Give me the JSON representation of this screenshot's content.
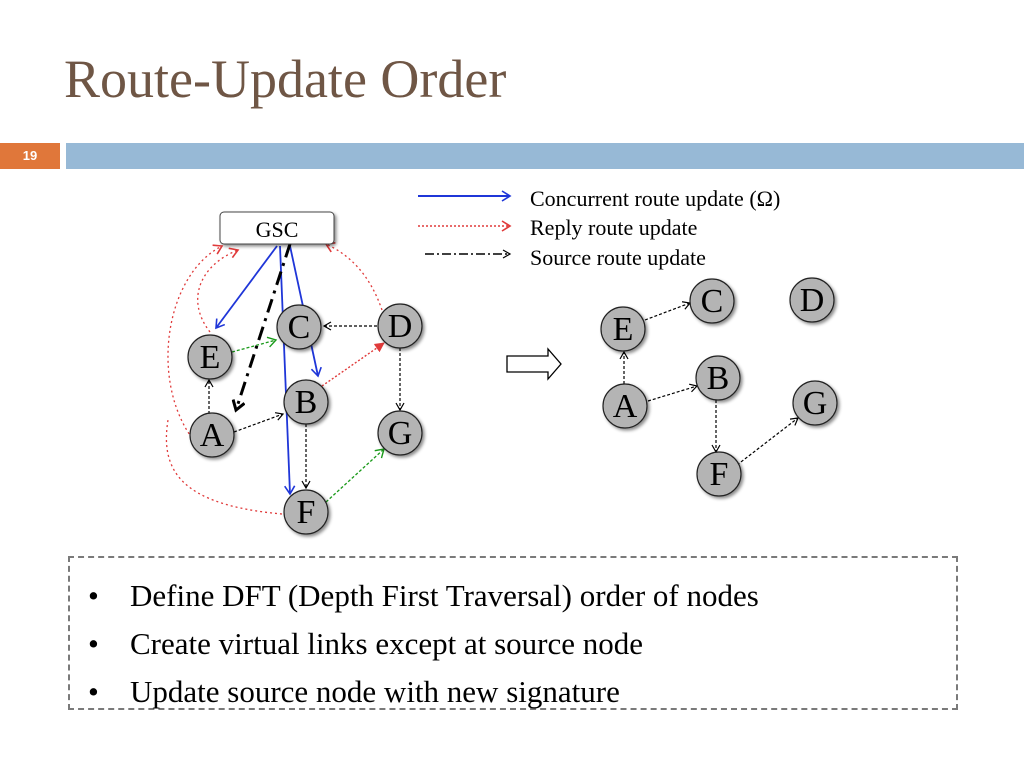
{
  "slide": {
    "title": "Route-Update Order",
    "number": "19"
  },
  "legend": {
    "concurrent": "Concurrent route update (Ω)",
    "reply": "Reply route update",
    "source": "Source route update"
  },
  "left_graph": {
    "gsc": "GSC",
    "nodes": {
      "A": "A",
      "B": "B",
      "C": "C",
      "D": "D",
      "E": "E",
      "F": "F",
      "G": "G"
    }
  },
  "right_graph": {
    "nodes": {
      "A": "A",
      "B": "B",
      "C": "C",
      "D": "D",
      "E": "E",
      "F": "F",
      "G": "G"
    }
  },
  "bullets": [
    "Define DFT (Depth First Traversal) order of nodes",
    "Create virtual links except at source node",
    "Update source node with new signature"
  ],
  "colors": {
    "title": "#6f5645",
    "slide_number_bg": "#e0773a",
    "header_bar": "#97b9d6",
    "concurrent_edge": "#1f36d8",
    "reply_edge": "#e03a3a",
    "green_edge": "#1a9a1a",
    "node_fill": "#b4b4b4"
  }
}
